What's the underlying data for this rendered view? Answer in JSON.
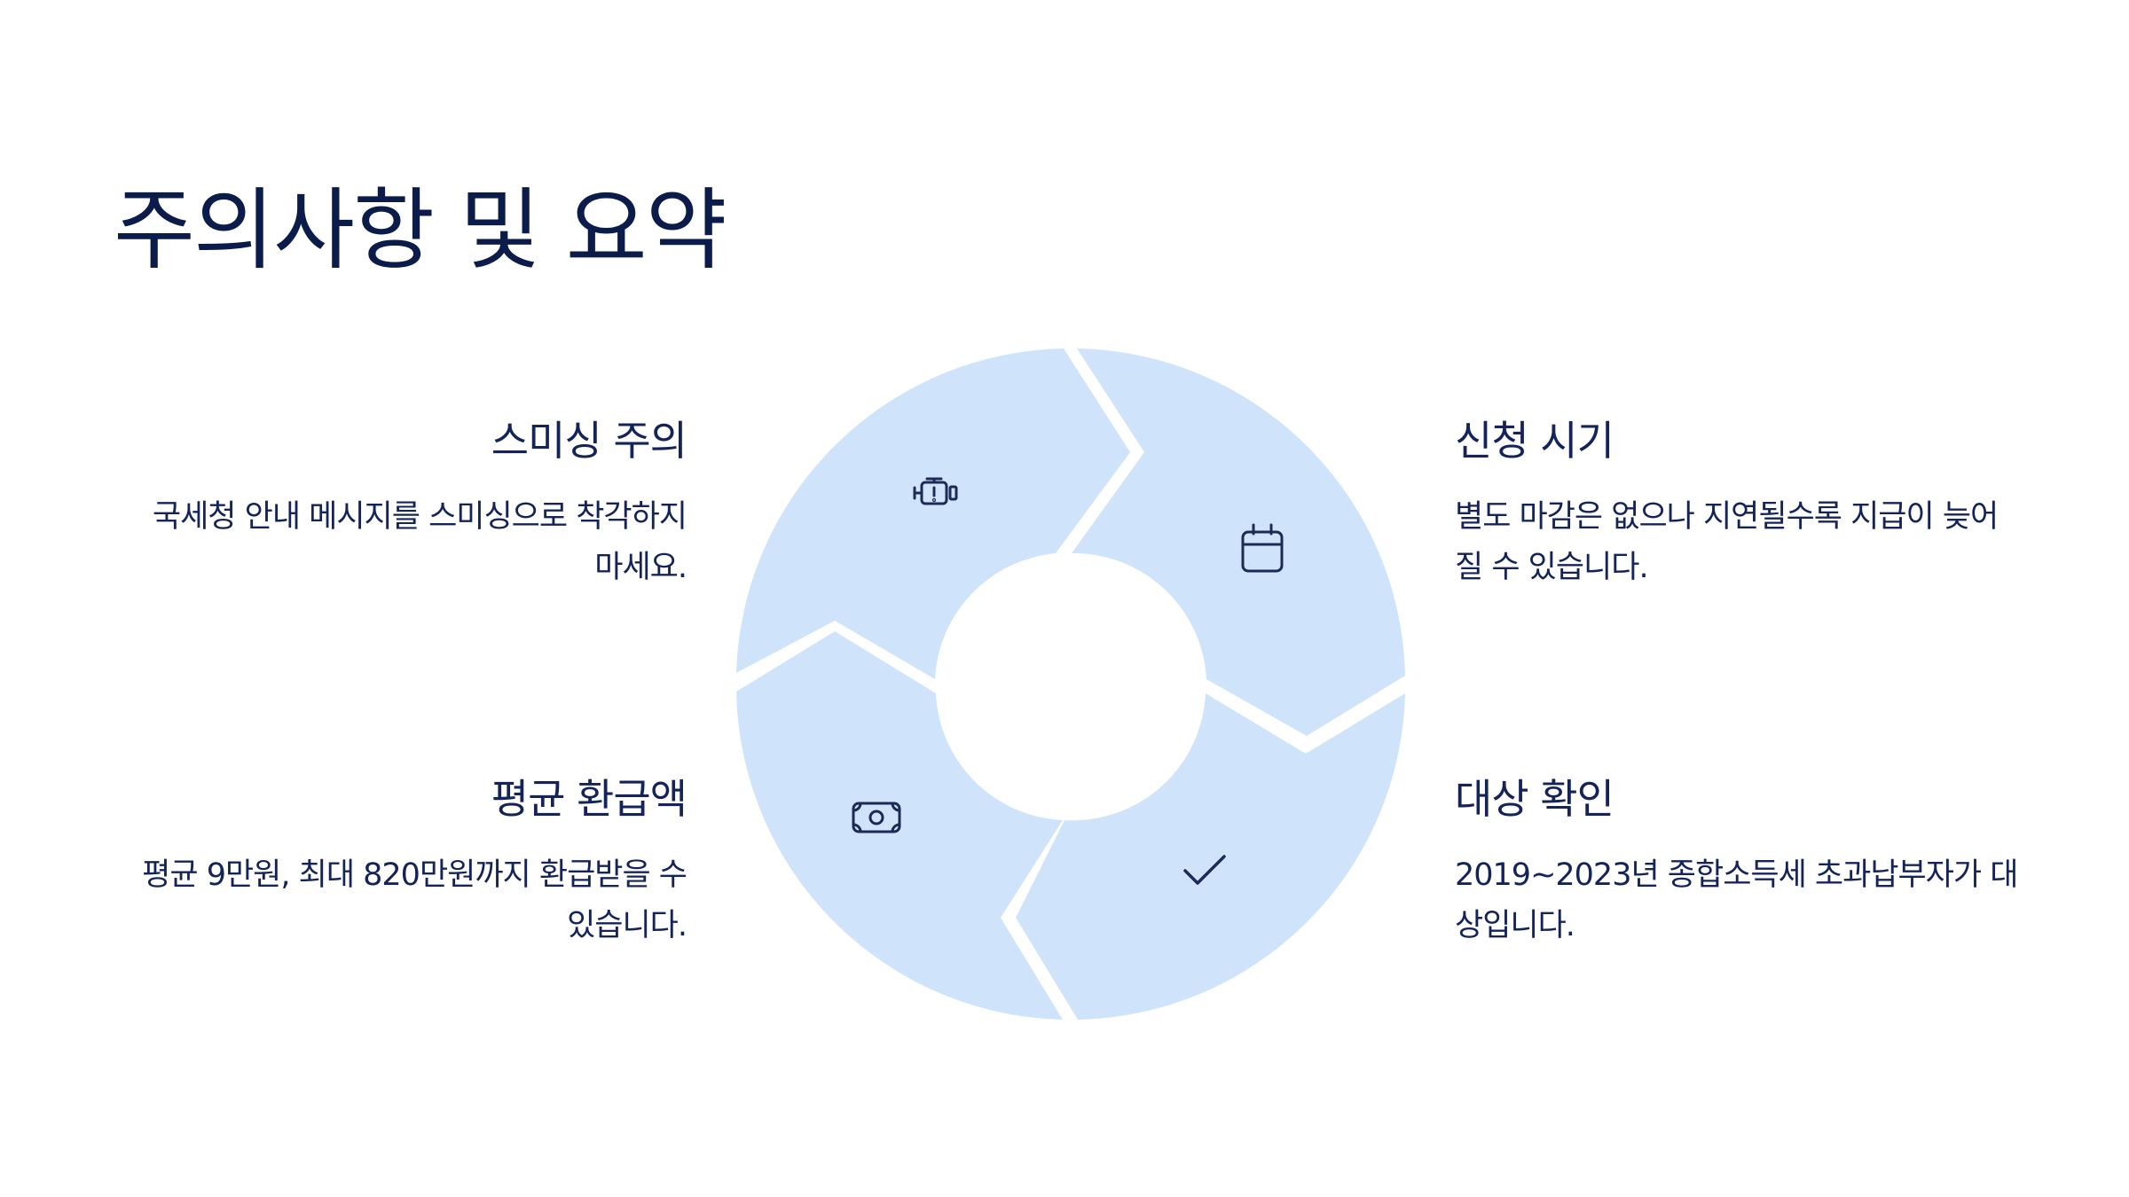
{
  "title": "주의사항 및 요약",
  "items": [
    {
      "title": "스미싱 주의",
      "description": "국세청 안내 메시지를 스미싱으로 착각하지 마세요.",
      "icon": "engine-warning-icon"
    },
    {
      "title": "신청 시기",
      "description": "별도 마감은 없으나 지연될수록 지급이 늦어질 수 있습니다.",
      "icon": "calendar-icon"
    },
    {
      "title": "평균 환급액",
      "description": "평균 9만원, 최대 820만원까지 환급받을 수 있습니다.",
      "icon": "banknote-icon"
    },
    {
      "title": "대상 확인",
      "description": "2019~2023년 종합소득세 초과납부자가 대상입니다.",
      "icon": "checkmark-icon"
    }
  ],
  "colors": {
    "segment": "#cfe4fb",
    "text": "#14245a",
    "icon": "#1c2a55"
  }
}
